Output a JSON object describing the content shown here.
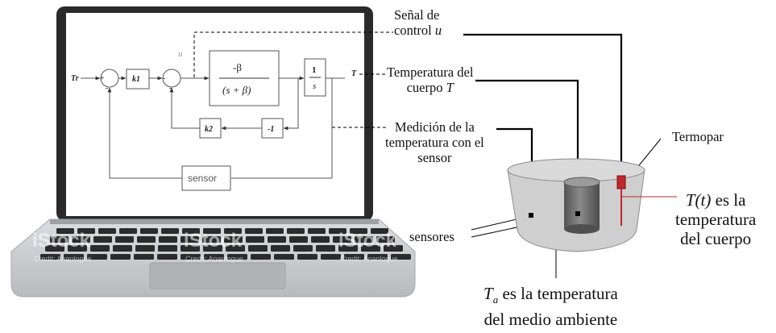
{
  "laptop": {
    "diagram": {
      "input_signal": "Tr",
      "control_signal": "u",
      "output_signal": "T",
      "sum1_signs": {
        "plus": "+",
        "minus": "-"
      },
      "sum2_signs": {
        "minus1": "-",
        "minus2": "-"
      },
      "gain_k1": "k1",
      "gain_k2": "k2",
      "gain_neg1": "-1",
      "plant_num": "-β",
      "plant_den": "(s + β)",
      "integrator_num": "1",
      "integrator_den": "s",
      "sensor_block": "sensor"
    },
    "watermarks": [
      "iStock",
      "iStock",
      "iStock"
    ],
    "watermark_sub": "Credit: Ananlogue"
  },
  "callouts": {
    "control": {
      "line1": "Señal de",
      "line2": "control",
      "var": "u"
    },
    "body_temp": {
      "line1": "Temperatura del",
      "line2": "cuerpo",
      "var": "T"
    },
    "measurement": {
      "line1": "Medición de la",
      "line2": "temperatura con el",
      "line3": "sensor"
    },
    "thermocouple": "Termopar",
    "t_of_t": {
      "var": "T(t)",
      "line1": "es la",
      "line2": "temperatura",
      "line3": "del cuerpo"
    },
    "sensors": "sensores",
    "ambient": {
      "var": "T",
      "sub": "a",
      "line1": "es la temperatura",
      "line2": "del medio ambiente"
    }
  },
  "colors": {
    "laptop_frame": "#2a2a2a",
    "laptop_base": "#c9c9cd",
    "keys": "#2b2b2b",
    "bowl": "#cfcfcf",
    "cylinder": "#6e6e6e",
    "thermocouple": "#c1272d",
    "line": "#000000"
  }
}
